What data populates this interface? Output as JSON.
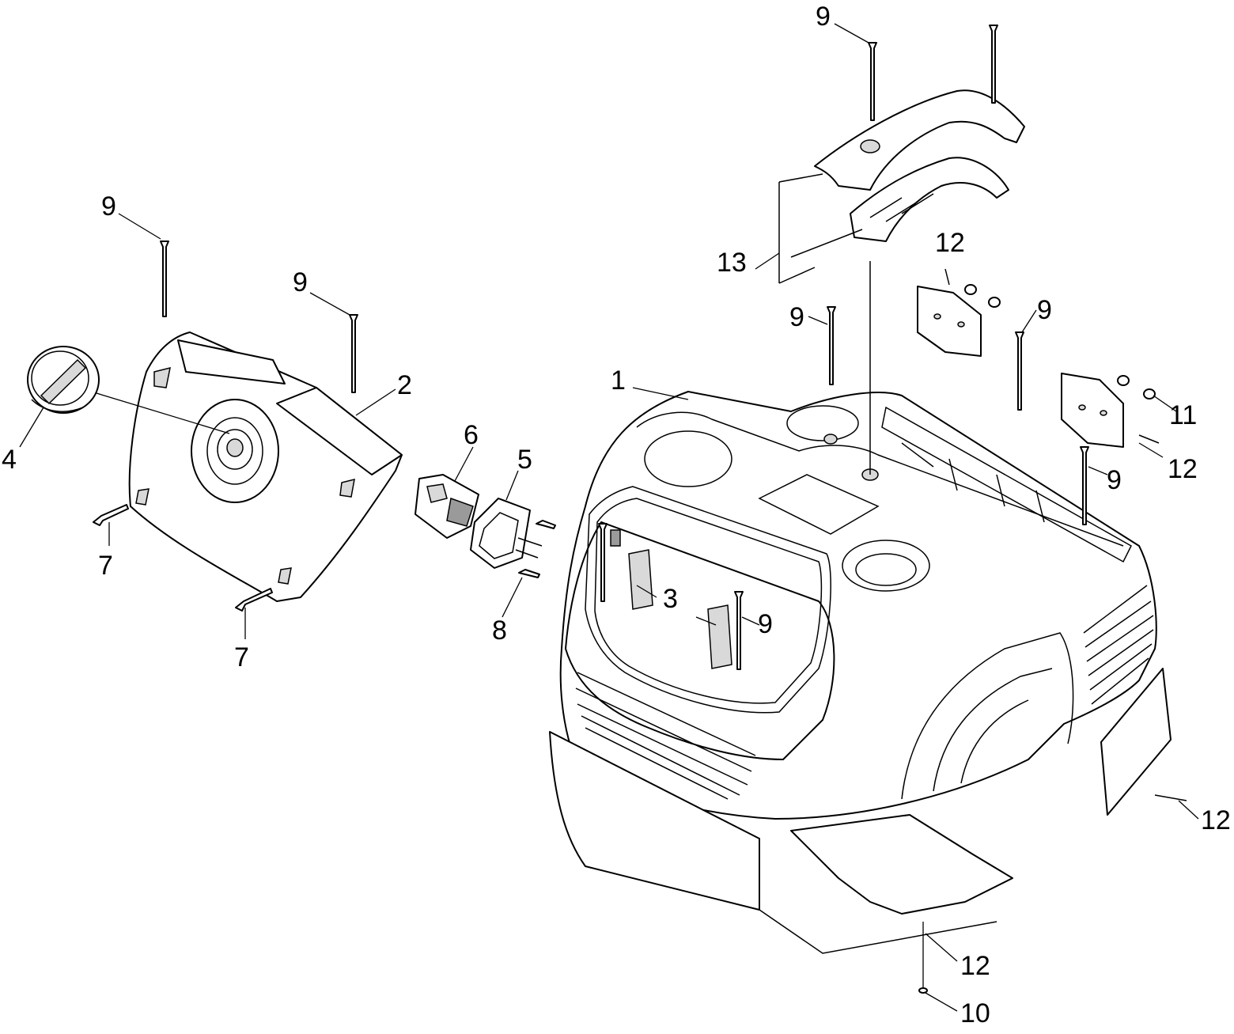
{
  "callouts": [
    {
      "id": "c1",
      "label": "1"
    },
    {
      "id": "c2",
      "label": "2"
    },
    {
      "id": "c3",
      "label": "3"
    },
    {
      "id": "c4",
      "label": "4"
    },
    {
      "id": "c5",
      "label": "5"
    },
    {
      "id": "c6",
      "label": "6"
    },
    {
      "id": "c7a",
      "label": "7"
    },
    {
      "id": "c7b",
      "label": "7"
    },
    {
      "id": "c8",
      "label": "8"
    },
    {
      "id": "c9a",
      "label": "9"
    },
    {
      "id": "c9b",
      "label": "9"
    },
    {
      "id": "c9c",
      "label": "9"
    },
    {
      "id": "c9d",
      "label": "9"
    },
    {
      "id": "c9e",
      "label": "9"
    },
    {
      "id": "c9f",
      "label": "9"
    },
    {
      "id": "c9g",
      "label": "9"
    },
    {
      "id": "c10",
      "label": "10"
    },
    {
      "id": "c11",
      "label": "11"
    },
    {
      "id": "c12a",
      "label": "12"
    },
    {
      "id": "c12b",
      "label": "12"
    },
    {
      "id": "c12c",
      "label": "12"
    },
    {
      "id": "c12d",
      "label": "12"
    },
    {
      "id": "c13",
      "label": "13"
    }
  ]
}
